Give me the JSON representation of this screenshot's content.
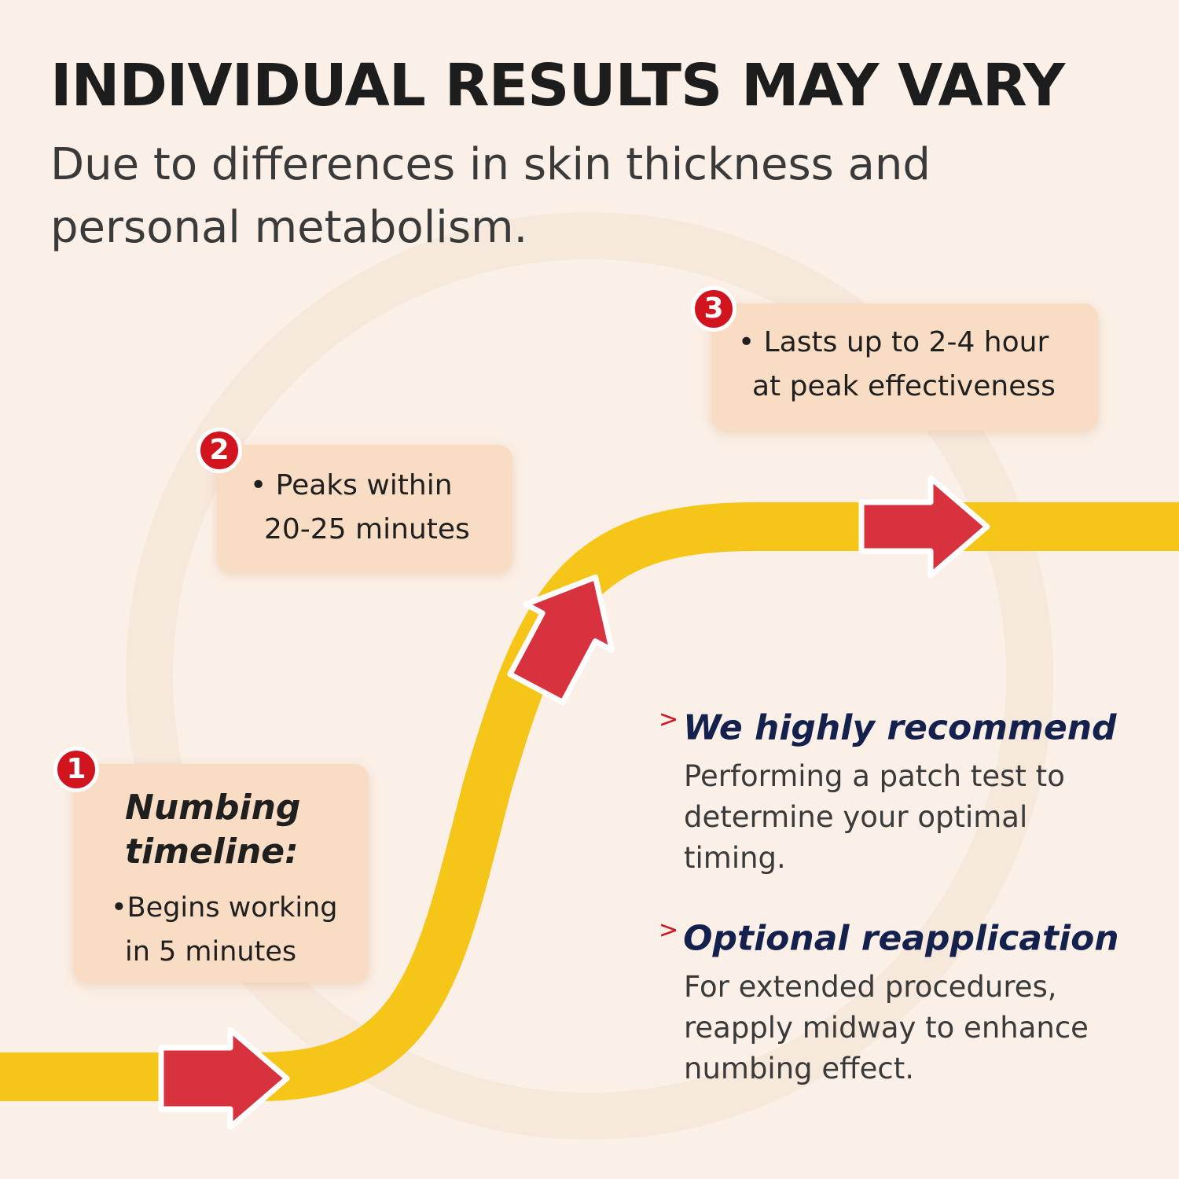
{
  "header": {
    "title": "INDIVIDUAL RESULTS MAY VARY",
    "subtitle": "Due to differences in skin thickness and personal metabolism."
  },
  "stages": [
    {
      "number": "1",
      "heading": "Numbing timeline:",
      "lines": [
        "•Begins working",
        "in 5 minutes"
      ]
    },
    {
      "number": "2",
      "lines": [
        "• Peaks within",
        "20-25 minutes"
      ]
    },
    {
      "number": "3",
      "lines": [
        "• Lasts up to 2-4 hour",
        "at peak effectiveness"
      ]
    }
  ],
  "tips": [
    {
      "marker": ">",
      "heading": "We highly recommend",
      "text": "Performing a patch test to determine your optimal timing."
    },
    {
      "marker": ">",
      "heading": "Optional reapplication",
      "text": "For extended procedures, reapply midway to enhance numbing effect."
    }
  ],
  "colors": {
    "background": "#fbf0e7",
    "track": "#f5c518",
    "arrow": "#d8323f",
    "badge": "#d2141e",
    "card": "#f9dcc4",
    "tip_heading": "#14214d"
  },
  "icons": [
    "arrow-right-icon",
    "arrow-up-right-icon",
    "arrow-right-icon"
  ]
}
